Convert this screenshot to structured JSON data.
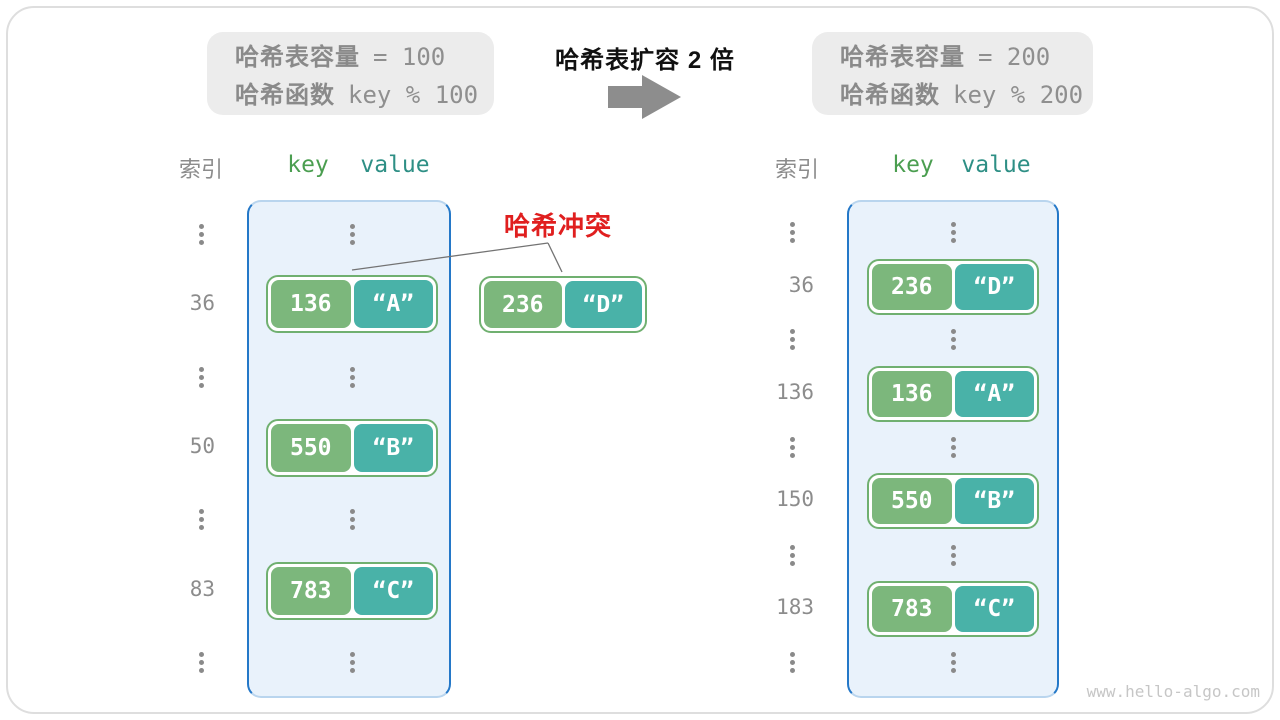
{
  "info_before": {
    "line1_label": "哈希表容量",
    "line1_value": "= 100",
    "line2_label": "哈希函数",
    "line2_value": "key % 100"
  },
  "info_after": {
    "line1_label": "哈希表容量",
    "line1_value": "= 200",
    "line2_label": "哈希函数",
    "line2_value": "key % 200"
  },
  "expand": {
    "title": "哈希表扩容 2 倍",
    "arrow_icon": "right-block-arrow"
  },
  "collision": {
    "label": "哈希冲突"
  },
  "left_table": {
    "header": {
      "index": "索引",
      "key": "key",
      "value": "value"
    },
    "pairs": [
      {
        "index": "36",
        "key": "136",
        "value": "“A”"
      },
      {
        "index": "50",
        "key": "550",
        "value": "“B”"
      },
      {
        "index": "83",
        "key": "783",
        "value": "“C”"
      }
    ]
  },
  "floating_pair": {
    "key": "236",
    "value": "“D”"
  },
  "right_table": {
    "header": {
      "index": "索引",
      "key": "key",
      "value": "value"
    },
    "pairs": [
      {
        "index": "36",
        "key": "236",
        "value": "“D”"
      },
      {
        "index": "136",
        "key": "136",
        "value": "“A”"
      },
      {
        "index": "150",
        "key": "550",
        "value": "“B”"
      },
      {
        "index": "183",
        "key": "783",
        "value": "“C”"
      }
    ]
  },
  "watermark": "www.hello-algo.com",
  "colors": {
    "container_border": "#2478c8",
    "container_bg": "#e9f2fb",
    "key_green": "#7cb77c",
    "value_teal": "#49b2a8",
    "pair_border": "#70b070",
    "header_key_green": "#4b9e50",
    "header_value_teal": "#2e8f85",
    "collision_red": "#e01f1f",
    "muted_gray": "#8c8c8c",
    "infobox_bg": "#ececec"
  }
}
